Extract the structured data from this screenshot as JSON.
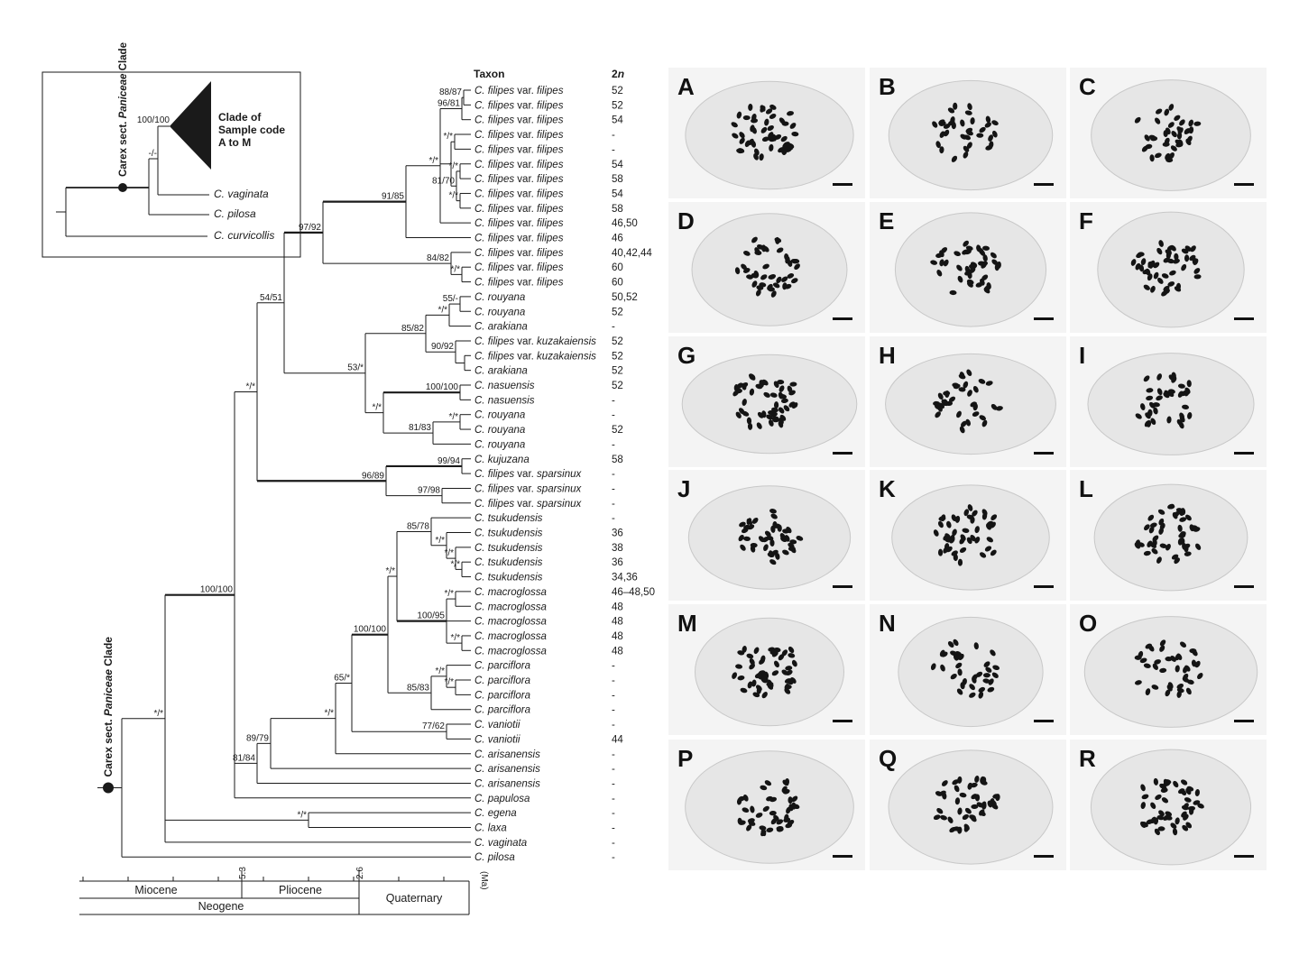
{
  "header": {
    "taxon": "Taxon",
    "chrom": "2n"
  },
  "taxa": [
    {
      "name": "C. filipes var. filipes",
      "n": "52"
    },
    {
      "name": "C. filipes var. filipes",
      "n": "52"
    },
    {
      "name": "C. filipes var. filipes",
      "n": "54"
    },
    {
      "name": "C. filipes var. filipes",
      "n": "-"
    },
    {
      "name": "C. filipes var. filipes",
      "n": "-"
    },
    {
      "name": "C. filipes var. filipes",
      "n": "54"
    },
    {
      "name": "C. filipes var. filipes",
      "n": "58"
    },
    {
      "name": "C. filipes var. filipes",
      "n": "54"
    },
    {
      "name": "C. filipes var. filipes",
      "n": "58"
    },
    {
      "name": "C. filipes var. filipes",
      "n": "46,50"
    },
    {
      "name": "C. filipes var. filipes",
      "n": "46"
    },
    {
      "name": "C. filipes var. filipes",
      "n": "40,42,44"
    },
    {
      "name": "C. filipes var. filipes",
      "n": "60"
    },
    {
      "name": "C. filipes var. filipes",
      "n": "60"
    },
    {
      "name": "C. rouyana",
      "n": "50,52"
    },
    {
      "name": "C. rouyana",
      "n": "52"
    },
    {
      "name": "C. arakiana",
      "n": "-"
    },
    {
      "name": "C. filipes var. kuzakaiensis",
      "n": "52"
    },
    {
      "name": "C. filipes var. kuzakaiensis",
      "n": "52"
    },
    {
      "name": "C. arakiana",
      "n": "52"
    },
    {
      "name": "C. nasuensis",
      "n": "52"
    },
    {
      "name": "C. nasuensis",
      "n": "-"
    },
    {
      "name": "C. rouyana",
      "n": "-"
    },
    {
      "name": "C. rouyana",
      "n": "52"
    },
    {
      "name": "C. rouyana",
      "n": "-"
    },
    {
      "name": "C. kujuzana",
      "n": "58"
    },
    {
      "name": "C. filipes var. sparsinux",
      "n": "-"
    },
    {
      "name": "C. filipes var. sparsinux",
      "n": "-"
    },
    {
      "name": "C. filipes var. sparsinux",
      "n": "-"
    },
    {
      "name": "C. tsukudensis",
      "n": "-"
    },
    {
      "name": "C. tsukudensis",
      "n": "36"
    },
    {
      "name": "C. tsukudensis",
      "n": "38"
    },
    {
      "name": "C. tsukudensis",
      "n": "36"
    },
    {
      "name": "C. tsukudensis",
      "n": "34,36"
    },
    {
      "name": "C. macroglossa",
      "n": "46–48,50"
    },
    {
      "name": "C. macroglossa",
      "n": "48"
    },
    {
      "name": "C. macroglossa",
      "n": "48"
    },
    {
      "name": "C. macroglossa",
      "n": "48"
    },
    {
      "name": "C. macroglossa",
      "n": "48"
    },
    {
      "name": "C. parciflora",
      "n": "-"
    },
    {
      "name": "C. parciflora",
      "n": "-"
    },
    {
      "name": "C. parciflora",
      "n": "-"
    },
    {
      "name": "C. parciflora",
      "n": "-"
    },
    {
      "name": "C. vaniotii",
      "n": "-"
    },
    {
      "name": "C. vaniotii",
      "n": "44"
    },
    {
      "name": "C. arisanensis",
      "n": "-"
    },
    {
      "name": "C. arisanensis",
      "n": "-"
    },
    {
      "name": "C. arisanensis",
      "n": "-"
    },
    {
      "name": "C. papulosa",
      "n": "-"
    },
    {
      "name": "C. egena",
      "n": "-"
    },
    {
      "name": "C. laxa",
      "n": "-"
    },
    {
      "name": "C. vaginata",
      "n": "-"
    },
    {
      "name": "C. pilosa",
      "n": "-"
    }
  ],
  "supports": [
    "88/87",
    "96/81",
    "*/*",
    "*/*",
    "*/*",
    "81/70",
    "*/*",
    "91/85",
    "97/92",
    "84/82",
    "*/*",
    "54/51",
    "55/-",
    "*/*",
    "85/82",
    "90/92",
    "53/*",
    "100/100",
    "*/*",
    "*/*",
    "81/83",
    "*/*",
    "99/94",
    "97/98",
    "96/89",
    "85/78",
    "*/*",
    "*/*",
    "*/*",
    "*/*",
    "*/*",
    "100/95",
    "*/*",
    "*/*",
    "*/*",
    "85/83",
    "77/62",
    "100/100",
    "65/*",
    "*/*",
    "89/79",
    "81/84",
    "*/*",
    "*/*",
    "100/100",
    "*/*"
  ],
  "clade_label": {
    "prefix": "Carex sect. ",
    "name": "Paniceae",
    "suffix": " Clade"
  },
  "inset": {
    "support_top": "100/100",
    "support_mid": "-/-",
    "triangle_label": [
      "Clade of",
      "Sample code",
      "A to M"
    ],
    "taxa": [
      "C. vaginata",
      "C. pilosa",
      "C. curvicollis"
    ]
  },
  "timescale": {
    "ticks": [
      "5.3",
      "2.6"
    ],
    "unit": "(Ma)",
    "epochs": [
      "Miocene",
      "Pliocene",
      "Quaternary"
    ],
    "period": "Neogene"
  },
  "panels": [
    "A",
    "B",
    "C",
    "D",
    "E",
    "F",
    "G",
    "H",
    "I",
    "J",
    "K",
    "L",
    "M",
    "N",
    "O",
    "P",
    "Q",
    "R"
  ],
  "colors": {
    "line": "#1a1a1a",
    "cell": "#e6e6e6",
    "chromosome": "#141414"
  }
}
